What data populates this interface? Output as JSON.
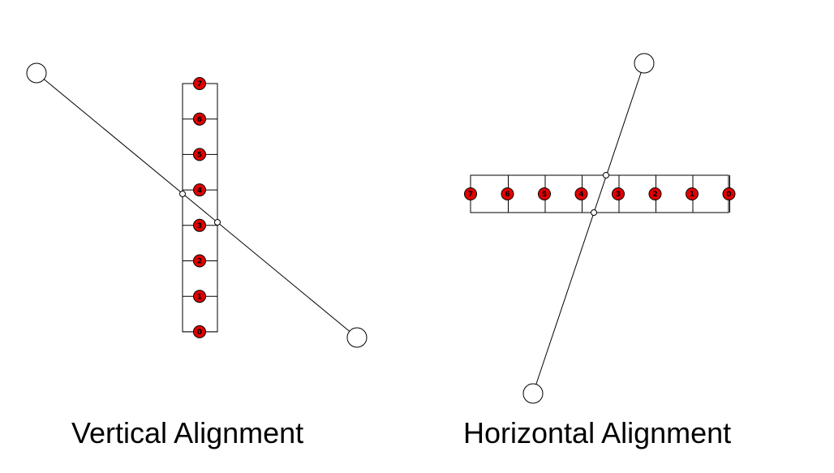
{
  "panels": [
    {
      "id": "vertical",
      "caption": "Vertical Alignment",
      "bits": [
        "7",
        "6",
        "5",
        "4",
        "3",
        "2",
        "1",
        "0"
      ]
    },
    {
      "id": "horizontal",
      "caption": "Horizontal Alignment",
      "bits": [
        "7",
        "6",
        "5",
        "4",
        "3",
        "2",
        "1",
        "0"
      ]
    }
  ],
  "colors": {
    "node_fill": "#e00000",
    "node_stroke": "#000000",
    "line": "#000000",
    "endpoint_fill": "#ffffff"
  }
}
